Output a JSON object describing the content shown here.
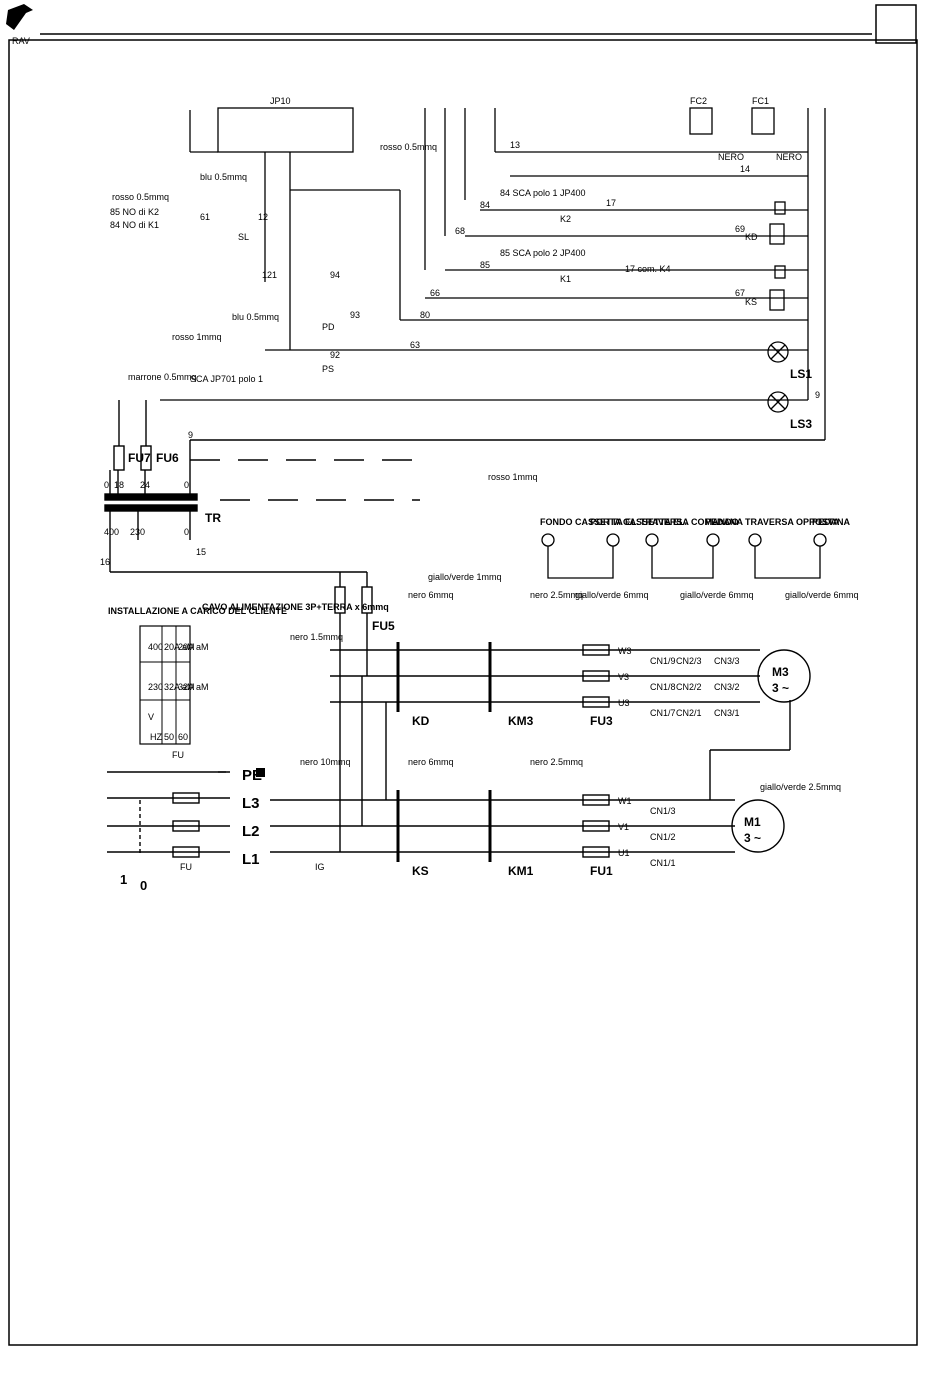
{
  "header": {
    "logo_text": "RAV"
  },
  "terminals": {
    "L1": "L1",
    "L2": "L2",
    "L3": "L3",
    "PE": "PE"
  },
  "switch": {
    "one": "1",
    "zero": "0",
    "fu": "FU",
    "ig": "IG"
  },
  "contactors": {
    "ks": "KS",
    "km1": "KM1",
    "km3": "KM3",
    "kd": "KD"
  },
  "fuses": {
    "fu1": "FU1",
    "fu3": "FU3",
    "fu5": "FU5",
    "fu6": "FU6",
    "fu7": "FU7"
  },
  "phases_m1": [
    "U1",
    "V1",
    "W1"
  ],
  "phases_m3": [
    "U3",
    "V3",
    "W3"
  ],
  "motors": {
    "m1": {
      "name": "M1",
      "sym": "3 ~"
    },
    "m3": {
      "name": "M3",
      "sym": "3 ~"
    }
  },
  "connectors": {
    "cn1": [
      "CN1/1",
      "CN1/2",
      "CN1/3"
    ],
    "cn2": [
      "CN2/1",
      "CN2/2",
      "CN2/3"
    ],
    "cn3": [
      "CN3/1",
      "CN3/2",
      "CN3/3"
    ],
    "cn1b": [
      "CN1/7",
      "CN1/8",
      "CN1/9"
    ]
  },
  "wires": {
    "nero_10": "nero 10mmq",
    "nero_6": "nero 6mmq",
    "nero_25": "nero 2.5mmq",
    "nero_15": "nero 1.5mmq",
    "giallo_1": "giallo/verde 1mmq",
    "giallo_25": "giallo/verde 2.5mmq",
    "giallo_6": "giallo/verde 6mmq",
    "rosso_1": "rosso 1mmq",
    "rosso_05": "rosso 0.5mmq",
    "blu_05": "blu 0.5mmq",
    "marrone_05": "marrone 0.5mmq"
  },
  "table": {
    "title": "INSTALLAZIONE A CARICO DEL CLIENTE",
    "header": [
      "V",
      "230",
      "400"
    ],
    "hz": "HZ",
    "rows": [
      [
        "50",
        "32A aM",
        "20A aM"
      ],
      [
        "60",
        "32A aM",
        "20A aM"
      ]
    ],
    "fu": "FU",
    "cable_note": "CAVO ALIMENTAZIONE 3P+TERRA x 6mmq"
  },
  "transformer": {
    "name": "TR",
    "taps": [
      "0",
      "400",
      "230",
      "0",
      "16",
      "15",
      "0",
      "18",
      "24",
      "9"
    ]
  },
  "lamps": {
    "ls1": "LS1",
    "ls3": "LS3"
  },
  "relays": {
    "kd": "KD",
    "ks": "KS",
    "k1": "K1",
    "k2": "K2",
    "sl": "SL",
    "pd": "PD",
    "ps": "PS",
    "fc1": "FC1",
    "fc2": "FC2",
    "nero": "NERO"
  },
  "grounding": [
    {
      "title": "FONDO CASSETTA EL.",
      "wire": "giallo/verde 6mmq"
    },
    {
      "title": "PORTA CASSETTA EL.",
      "wire": "giallo/verde 6mmq"
    },
    {
      "title": "TRAVERSA COMANDO",
      "wire": "giallo/verde 6mmq"
    },
    {
      "title": "PEDANA",
      "wire": ""
    },
    {
      "title": "TRAVERSA OPPOSTA",
      "wire": "giallo/verde 6mmq"
    },
    {
      "title": "PEDANA",
      "wire": ""
    }
  ],
  "control_notes": {
    "sca1": "SCA JP701 polo 1",
    "sca_84": "84 SCA polo 1 JP400",
    "sca_85": "85 SCA polo 2 JP400",
    "com_k4": "17 com. K4",
    "no_k2": "85 NO di K2",
    "no_k1": "84 NO di K1",
    "jp10": "JP10"
  },
  "wire_numbers": [
    "9",
    "63",
    "80",
    "66",
    "68",
    "67",
    "69",
    "84",
    "85",
    "17",
    "121",
    "93",
    "92",
    "94",
    "12",
    "61",
    "13",
    "14",
    "16",
    "15"
  ]
}
